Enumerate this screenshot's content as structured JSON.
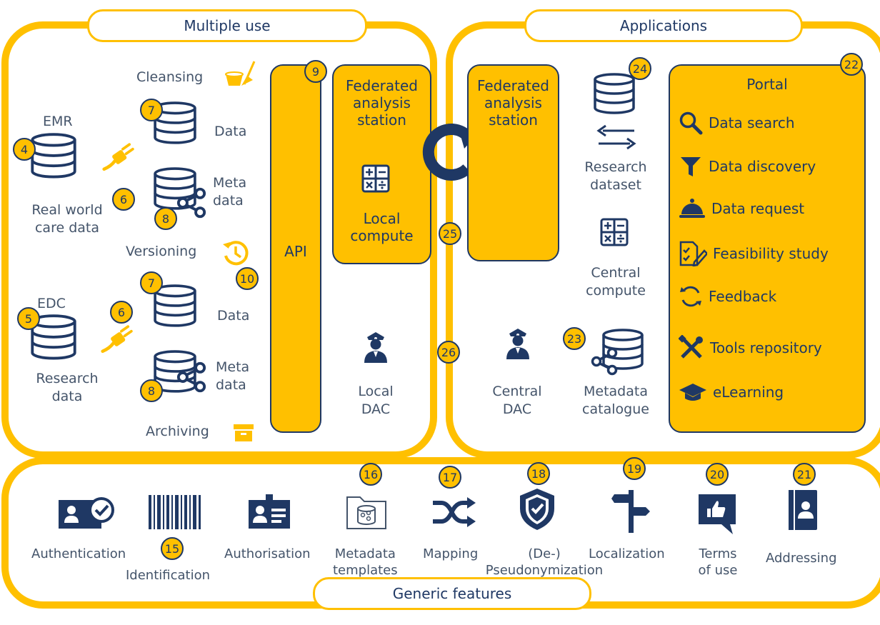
{
  "sections": {
    "multiple_use": "Multiple use",
    "applications": "Applications",
    "generic_features": "Generic features"
  },
  "left": {
    "cleansing": "Cleansing",
    "emr": "EMR",
    "data": "Data",
    "meta": "Meta",
    "meta_data": "data",
    "real_world_1": "Real  world",
    "real_world_2": "care data",
    "versioning": "Versioning",
    "edc": "EDC",
    "research_1": "Research",
    "research_2": "data",
    "archiving": "Archiving",
    "api": "API",
    "fed_local_1": "Federated",
    "fed_local_2": "analysis",
    "fed_local_3": "station",
    "local_compute_1": "Local",
    "local_compute_2": "compute",
    "local_dac_1": "Local",
    "local_dac_2": "DAC"
  },
  "right": {
    "fed_central_1": "Federated",
    "fed_central_2": "analysis",
    "fed_central_3": "station",
    "research_dataset_1": "Research",
    "research_dataset_2": "dataset",
    "central_compute_1": "Central",
    "central_compute_2": "compute",
    "central_dac_1": "Central",
    "central_dac_2": "DAC",
    "metadata_catalogue_1": "Metadata",
    "metadata_catalogue_2": "catalogue"
  },
  "portal": {
    "title": "Portal",
    "items": [
      {
        "label": "Data search",
        "icon": "magnifier-icon"
      },
      {
        "label": "Data discovery",
        "icon": "funnel-icon"
      },
      {
        "label": "Data  request",
        "icon": "service-bell-icon"
      },
      {
        "label": "Feasibility study",
        "icon": "checklist-icon"
      },
      {
        "label": "Feedback",
        "icon": "feedback-cycle-icon"
      },
      {
        "label": "Tools repository",
        "icon": "tools-icon"
      },
      {
        "label": "eLearning",
        "icon": "graduation-cap-icon"
      }
    ]
  },
  "features": {
    "authentication": "Authentication",
    "identification": "Identification",
    "authorisation": "Authorisation",
    "metadata_templates_1": "Metadata",
    "metadata_templates_2": "templates",
    "mapping": "Mapping",
    "pseudo_1": "(De-)",
    "pseudo_2": "Pseudonymization",
    "localization": "Localization",
    "terms_1": "Terms",
    "terms_2": "of use",
    "addressing": "Addressing"
  },
  "numbers": {
    "n4": "4",
    "n5": "5",
    "n6a": "6",
    "n6b": "6",
    "n7a": "7",
    "n7b": "7",
    "n8a": "8",
    "n8b": "8",
    "n9": "9",
    "n10": "10",
    "n15": "15",
    "n16": "16",
    "n17": "17",
    "n18": "18",
    "n19": "19",
    "n20": "20",
    "n21": "21",
    "n22": "22",
    "n23": "23",
    "n24": "24",
    "n25": "25",
    "n26": "26"
  },
  "colors": {
    "accent": "#FFC000",
    "navy": "#1F3864",
    "text": "#44546A"
  }
}
